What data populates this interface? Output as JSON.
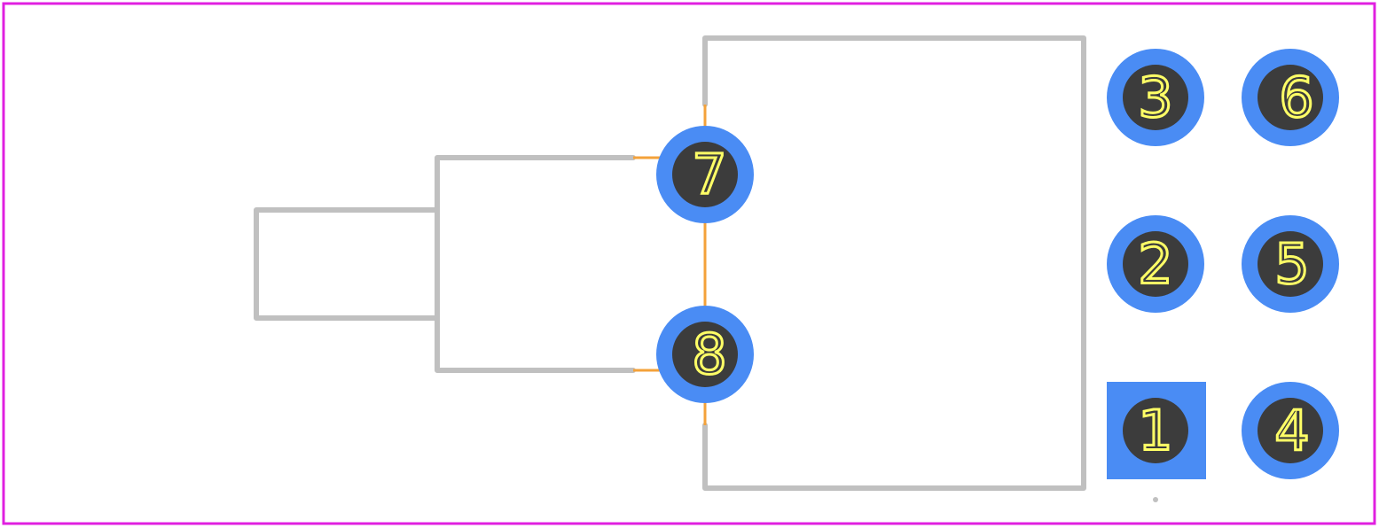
{
  "footprint": {
    "colors": {
      "border": "#e020e0",
      "outline": "#c0c0c0",
      "copper": "#f4a23a",
      "pad": "#4a8cf4",
      "hole": "#3c3c3c",
      "label": "#ffff66",
      "background": "#ffffff"
    },
    "pads": [
      {
        "id": "pin-1",
        "label": "1",
        "shape": "square"
      },
      {
        "id": "pin-2",
        "label": "2",
        "shape": "round"
      },
      {
        "id": "pin-3",
        "label": "3",
        "shape": "round"
      },
      {
        "id": "pin-4",
        "label": "4",
        "shape": "round"
      },
      {
        "id": "pin-5",
        "label": "5",
        "shape": "round"
      },
      {
        "id": "pin-6",
        "label": "6",
        "shape": "round"
      },
      {
        "id": "pin-7",
        "label": "7",
        "shape": "round"
      },
      {
        "id": "pin-8",
        "label": "8",
        "shape": "round"
      }
    ]
  }
}
